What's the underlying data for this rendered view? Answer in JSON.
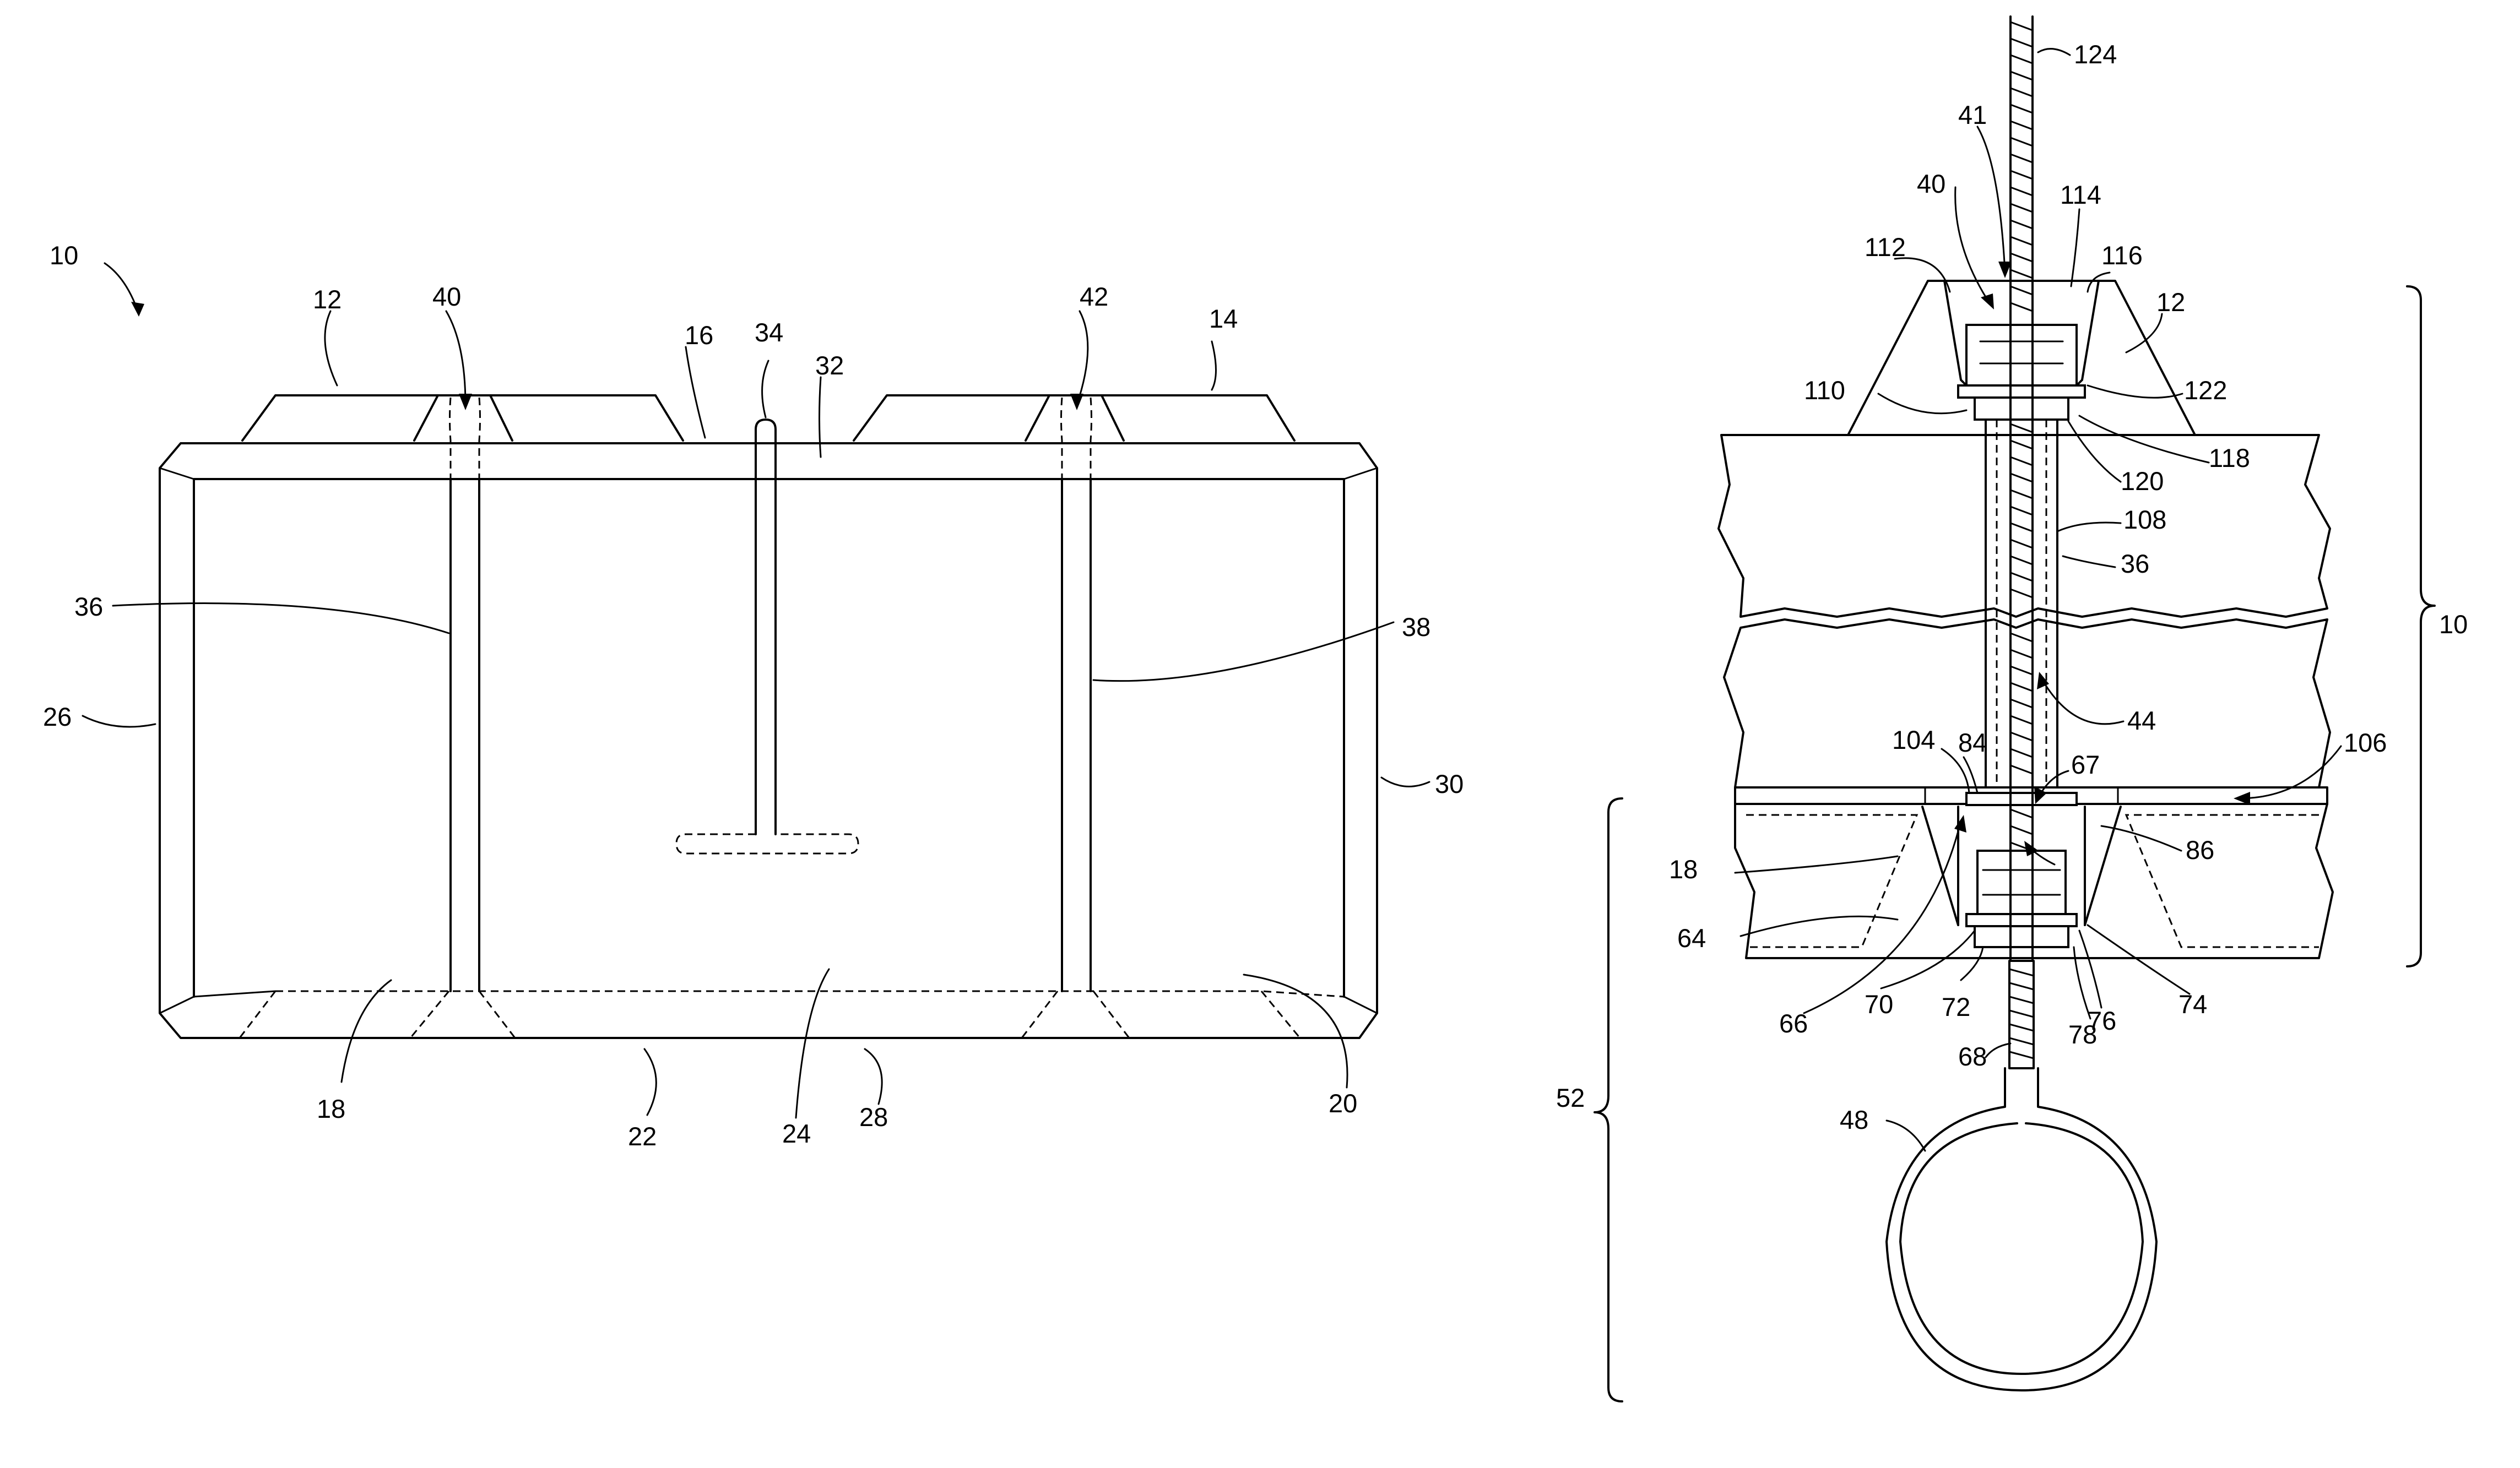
{
  "figure_left": {
    "assembly_ref": "10",
    "part_refs": [
      "12",
      "40",
      "16",
      "34",
      "32",
      "42",
      "14",
      "36",
      "38",
      "26",
      "30",
      "18",
      "22",
      "24",
      "28",
      "20"
    ]
  },
  "figure_right": {
    "part_refs": [
      "124",
      "41",
      "40",
      "114",
      "112",
      "116",
      "12",
      "110",
      "122",
      "118",
      "120",
      "108",
      "36",
      "10",
      "44",
      "104",
      "84",
      "67",
      "106",
      "18",
      "86",
      "64",
      "66",
      "70",
      "72",
      "74",
      "76",
      "78",
      "68",
      "52",
      "48"
    ]
  }
}
